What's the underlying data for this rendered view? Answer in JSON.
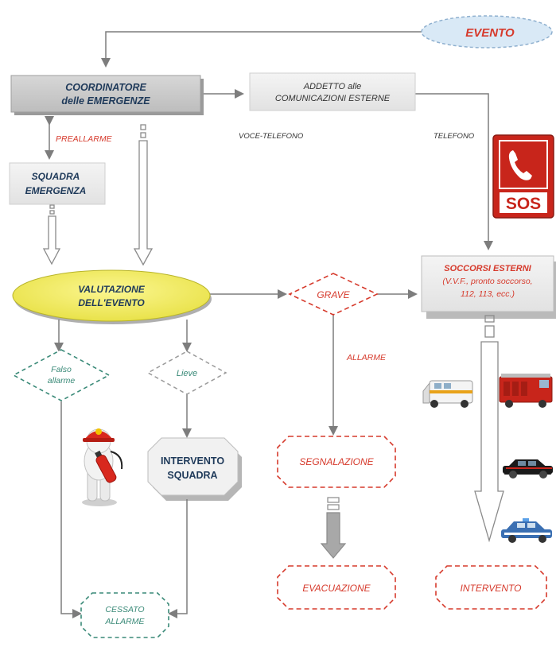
{
  "nodes": {
    "evento": "EVENTO",
    "coordinatore_1": "COORDINATORE",
    "coordinatore_2": "delle EMERGENZE",
    "addetto_1": "ADDETTO alle",
    "addetto_2": "COMUNICAZIONI ESTERNE",
    "squadra_1": "SQUADRA",
    "squadra_2": "EMERGENZA",
    "valutazione_1": "VALUTAZIONE",
    "valutazione_2": "DELL'EVENTO",
    "grave": "GRAVE",
    "soccorsi_1": "SOCCORSI ESTERNI",
    "soccorsi_2": "(V.V.F., pronto soccorso,",
    "soccorsi_3": "112, 113, ecc.)",
    "falso_1": "Falso",
    "falso_2": "allarme",
    "lieve": "Lieve",
    "intervento_squadra_1": "INTERVENTO",
    "intervento_squadra_2": "SQUADRA",
    "segnalazione": "SEGNALAZIONE",
    "evacuazione": "EVACUAZIONE",
    "intervento": "INTERVENTO",
    "cessato_1": "CESSATO",
    "cessato_2": "ALLARME"
  },
  "labels": {
    "preallarme": "PREALLARME",
    "voce_telefono": "VOCE-TELEFONO",
    "telefono": "TELEFONO",
    "allarme": "ALLARME"
  },
  "sos_sign": {
    "text": "SOS",
    "icon": "telephone-handset-icon"
  },
  "colors": {
    "red": "#d63a2c",
    "dark_blue": "#1f3a5a",
    "teal": "#3a8a78",
    "gray_arrow": "#8a8a8a",
    "ellipse_yellow": "#f4ef5c",
    "evento_blue": "#d9e9f6"
  }
}
